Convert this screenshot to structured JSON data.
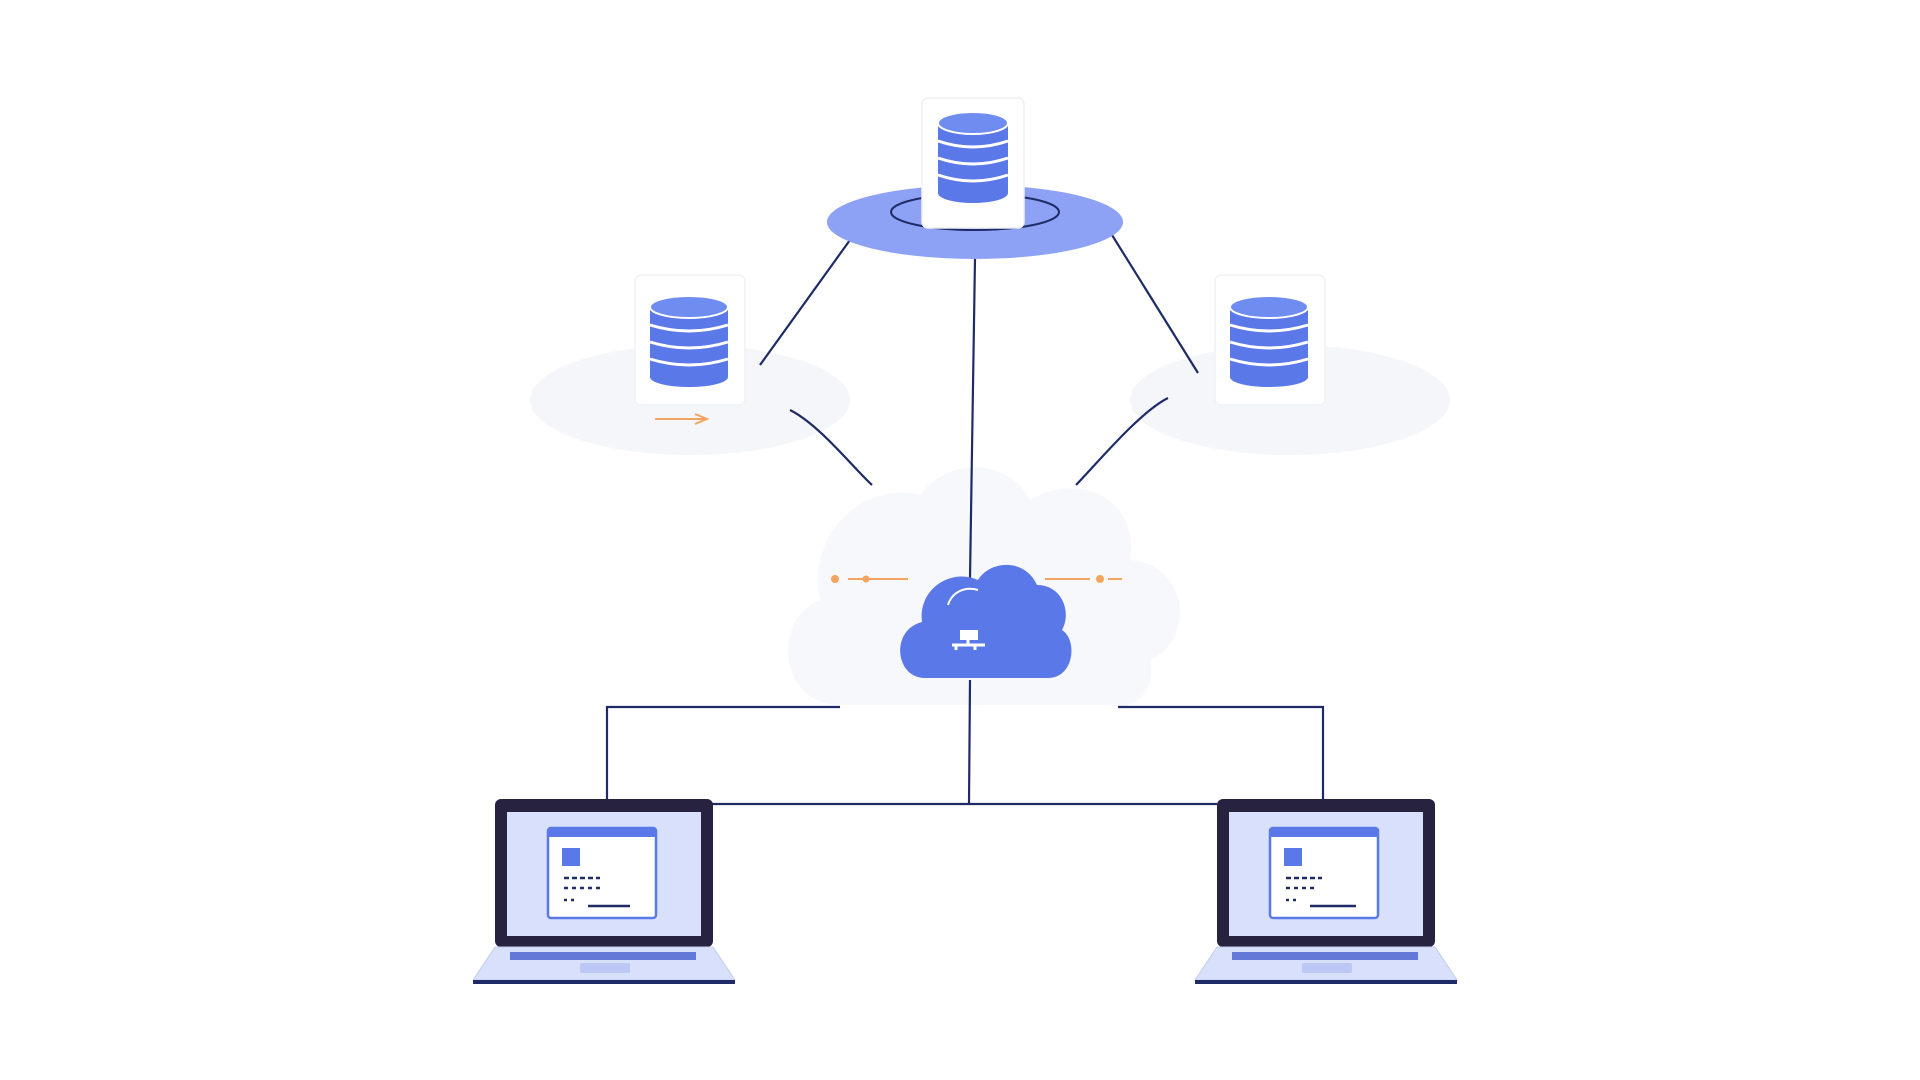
{
  "diagram": {
    "colors": {
      "primary": "#5a78e8",
      "line": "#1f2b66",
      "disc": "#8ea2f5",
      "accent": "#f3a55f",
      "screen": "#d8e0fb",
      "frame": "#262240",
      "halo": "#f2f4f8"
    },
    "nodes": [
      {
        "id": "db-top",
        "icon": "database-icon",
        "role": "database"
      },
      {
        "id": "db-left",
        "icon": "database-icon",
        "role": "database"
      },
      {
        "id": "db-right",
        "icon": "database-icon",
        "role": "database"
      },
      {
        "id": "cloud-hub",
        "icon": "cloud-network-icon",
        "role": "cloud"
      },
      {
        "id": "laptop-left",
        "icon": "laptop-icon",
        "role": "client"
      },
      {
        "id": "laptop-right",
        "icon": "laptop-icon",
        "role": "client"
      }
    ],
    "links": [
      {
        "from": "db-top",
        "to": "db-left"
      },
      {
        "from": "db-top",
        "to": "db-right"
      },
      {
        "from": "db-top",
        "to": "cloud-hub"
      },
      {
        "from": "db-left",
        "to": "cloud-hub"
      },
      {
        "from": "db-right",
        "to": "cloud-hub"
      },
      {
        "from": "cloud-hub",
        "to": "laptop-left"
      },
      {
        "from": "cloud-hub",
        "to": "laptop-right"
      }
    ]
  }
}
